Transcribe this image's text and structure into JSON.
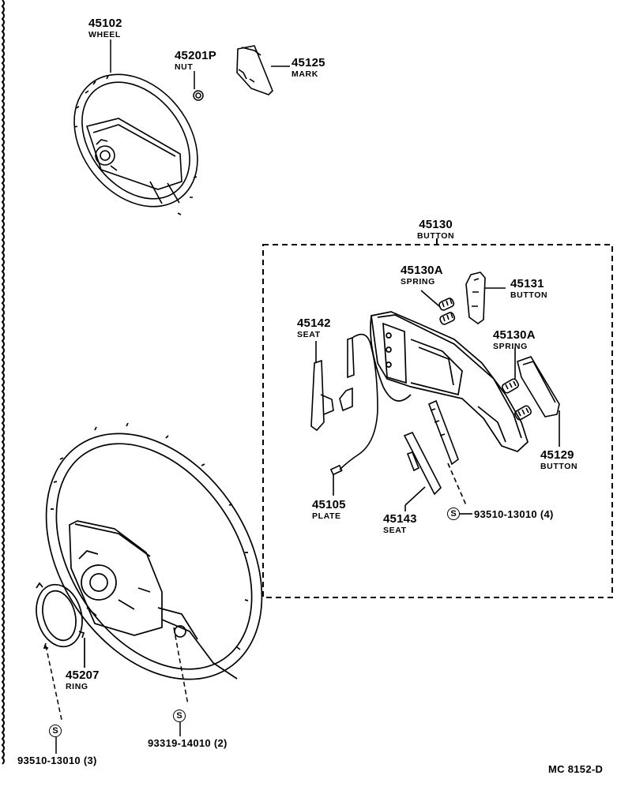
{
  "diagram": {
    "type": "exploded-parts-diagram",
    "subject": "steering wheel and horn button assembly",
    "drawing_code": "MC 8152-D",
    "colors": {
      "line": "#000000",
      "background": "#ffffff"
    }
  },
  "parts": [
    {
      "id": "45102",
      "name": "WHEEL"
    },
    {
      "id": "45201P",
      "name": "NUT"
    },
    {
      "id": "45125",
      "name": "MARK"
    },
    {
      "id": "45130",
      "name": "BUTTON"
    },
    {
      "id": "45130A",
      "name": "SPRING"
    },
    {
      "id": "45131",
      "name": "BUTTON"
    },
    {
      "id": "45142",
      "name": "SEAT"
    },
    {
      "id": "45130A",
      "name": "SPRING"
    },
    {
      "id": "45129",
      "name": "BUTTON"
    },
    {
      "id": "45105",
      "name": "PLATE"
    },
    {
      "id": "45143",
      "name": "SEAT"
    },
    {
      "id": "45207",
      "name": "RING"
    }
  ],
  "standard_parts": [
    {
      "symbol": "S",
      "code": "93510-13010 (4)"
    },
    {
      "symbol": "S",
      "code": "93319-14010 (2)"
    },
    {
      "symbol": "S",
      "code": "93510-13010 (3)"
    }
  ]
}
